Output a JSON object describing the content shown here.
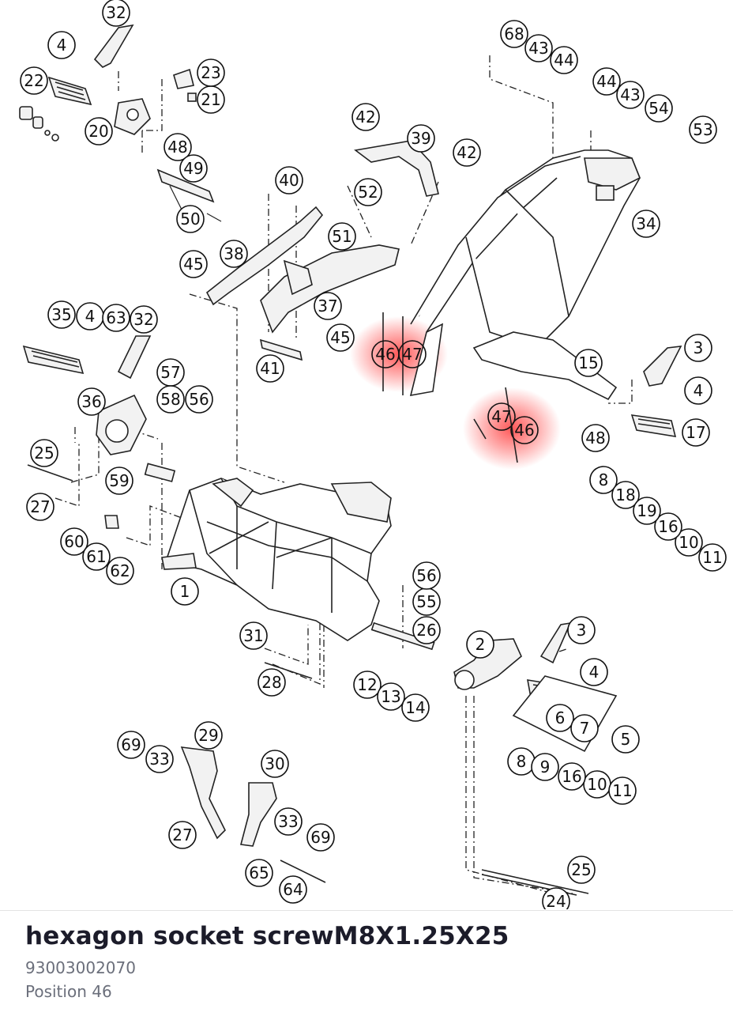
{
  "part": {
    "name": "hexagon socket screwM8X1.25X25",
    "number": "93003002070",
    "position_text": "Position 46"
  },
  "highlight_color": "#ff2020",
  "callouts": [
    "1",
    "2",
    "3",
    "3",
    "4",
    "4",
    "4",
    "4",
    "5",
    "6",
    "7",
    "8",
    "8",
    "9",
    "10",
    "10",
    "11",
    "11",
    "12",
    "13",
    "14",
    "15",
    "16",
    "16",
    "17",
    "18",
    "19",
    "20",
    "21",
    "22",
    "23",
    "24",
    "25",
    "25",
    "26",
    "27",
    "27",
    "28",
    "29",
    "30",
    "31",
    "32",
    "32",
    "33",
    "33",
    "34",
    "35",
    "36",
    "37",
    "38",
    "39",
    "40",
    "41",
    "42",
    "42",
    "43",
    "43",
    "44",
    "44",
    "45",
    "45",
    "46",
    "46",
    "47",
    "47",
    "48",
    "48",
    "49",
    "50",
    "51",
    "52",
    "53",
    "54",
    "55",
    "56",
    "56",
    "57",
    "58",
    "59",
    "60",
    "61",
    "62",
    "63",
    "64",
    "65",
    "68",
    "69",
    "69"
  ]
}
